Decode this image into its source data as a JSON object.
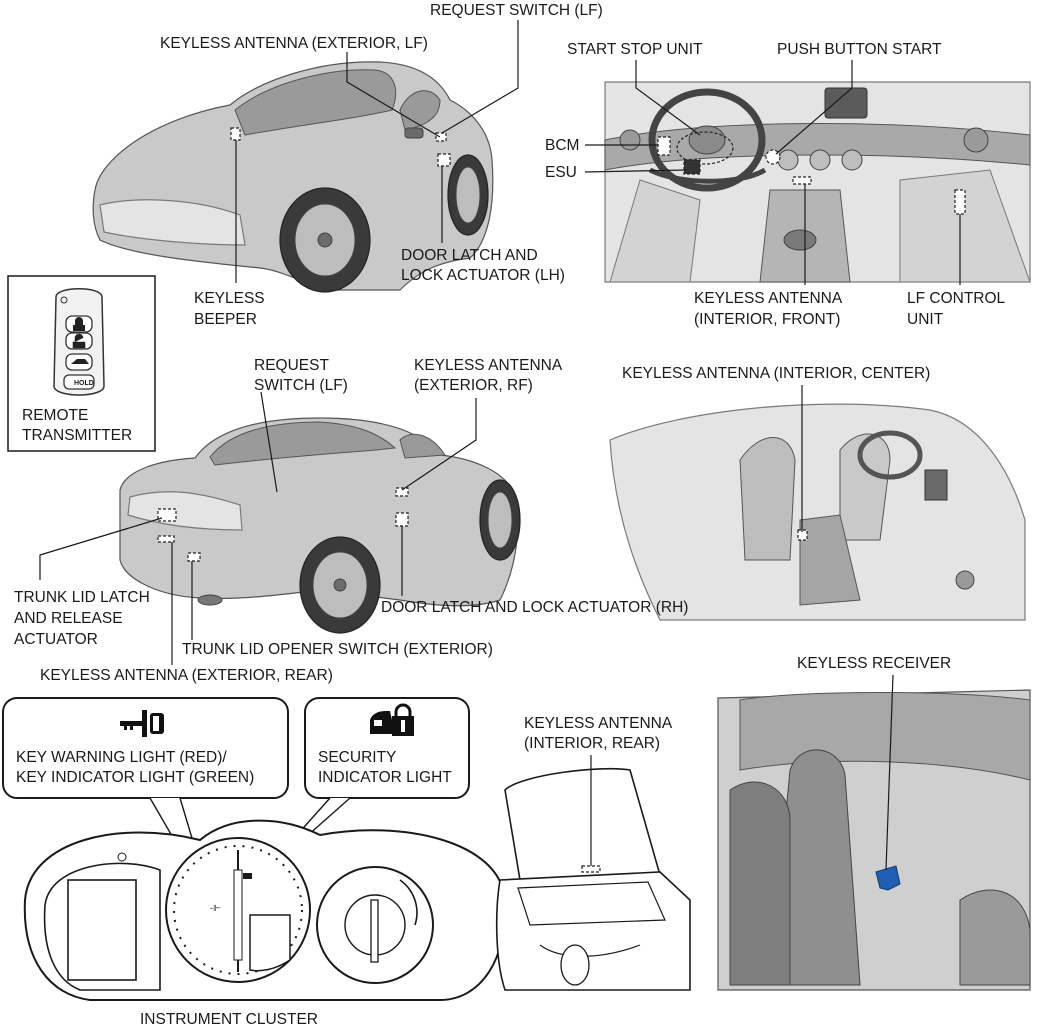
{
  "labels": {
    "request_switch_lf_top": "REQUEST SWITCH (LF)",
    "keyless_antenna_ext_lf": "KEYLESS ANTENNA (EXTERIOR, LF)",
    "start_stop_unit": "START STOP UNIT",
    "push_button_start": "PUSH BUTTON START",
    "bcm": "BCM",
    "esu": "ESU",
    "door_latch_lh_1": "DOOR LATCH AND",
    "door_latch_lh_2": "LOCK ACTUATOR (LH)",
    "keyless_beeper_1": "KEYLESS",
    "keyless_beeper_2": "BEEPER",
    "keyless_antenna_int_front_1": "KEYLESS ANTENNA",
    "keyless_antenna_int_front_2": "(INTERIOR, FRONT)",
    "lf_control_unit_1": "LF CONTROL",
    "lf_control_unit_2": "UNIT",
    "remote_transmitter_1": "REMOTE",
    "remote_transmitter_2": "TRANSMITTER",
    "hold_button": "HOLD",
    "request_switch_lf_mid_1": "REQUEST",
    "request_switch_lf_mid_2": "SWITCH (LF)",
    "keyless_antenna_ext_rf_1": "KEYLESS ANTENNA",
    "keyless_antenna_ext_rf_2": "(EXTERIOR, RF)",
    "keyless_antenna_int_center": "KEYLESS ANTENNA (INTERIOR, CENTER)",
    "trunk_lid_latch_1": "TRUNK LID LATCH",
    "trunk_lid_latch_2": "AND RELEASE",
    "trunk_lid_latch_3": "ACTUATOR",
    "door_latch_rh": "DOOR LATCH AND LOCK ACTUATOR (RH)",
    "trunk_lid_opener_switch": "TRUNK LID OPENER SWITCH (EXTERIOR)",
    "keyless_antenna_ext_rear": "KEYLESS ANTENNA (EXTERIOR, REAR)",
    "keyless_receiver": "KEYLESS RECEIVER",
    "key_warning_1": "KEY WARNING LIGHT (RED)/",
    "key_warning_2": "KEY INDICATOR LIGHT (GREEN)",
    "security_indicator_1": "SECURITY",
    "security_indicator_2": "INDICATOR LIGHT",
    "keyless_antenna_int_rear_1": "KEYLESS ANTENNA",
    "keyless_antenna_int_rear_2": "(INTERIOR, REAR)",
    "instrument_cluster": "INSTRUMENT CLUSTER"
  },
  "icons": {
    "key_warning": "key-icon",
    "security_indicator": "car-lock-icon",
    "remote_transmitter": "key-fob-icon"
  },
  "colors": {
    "keyless_receiver_highlight": "#1f5fb3"
  }
}
